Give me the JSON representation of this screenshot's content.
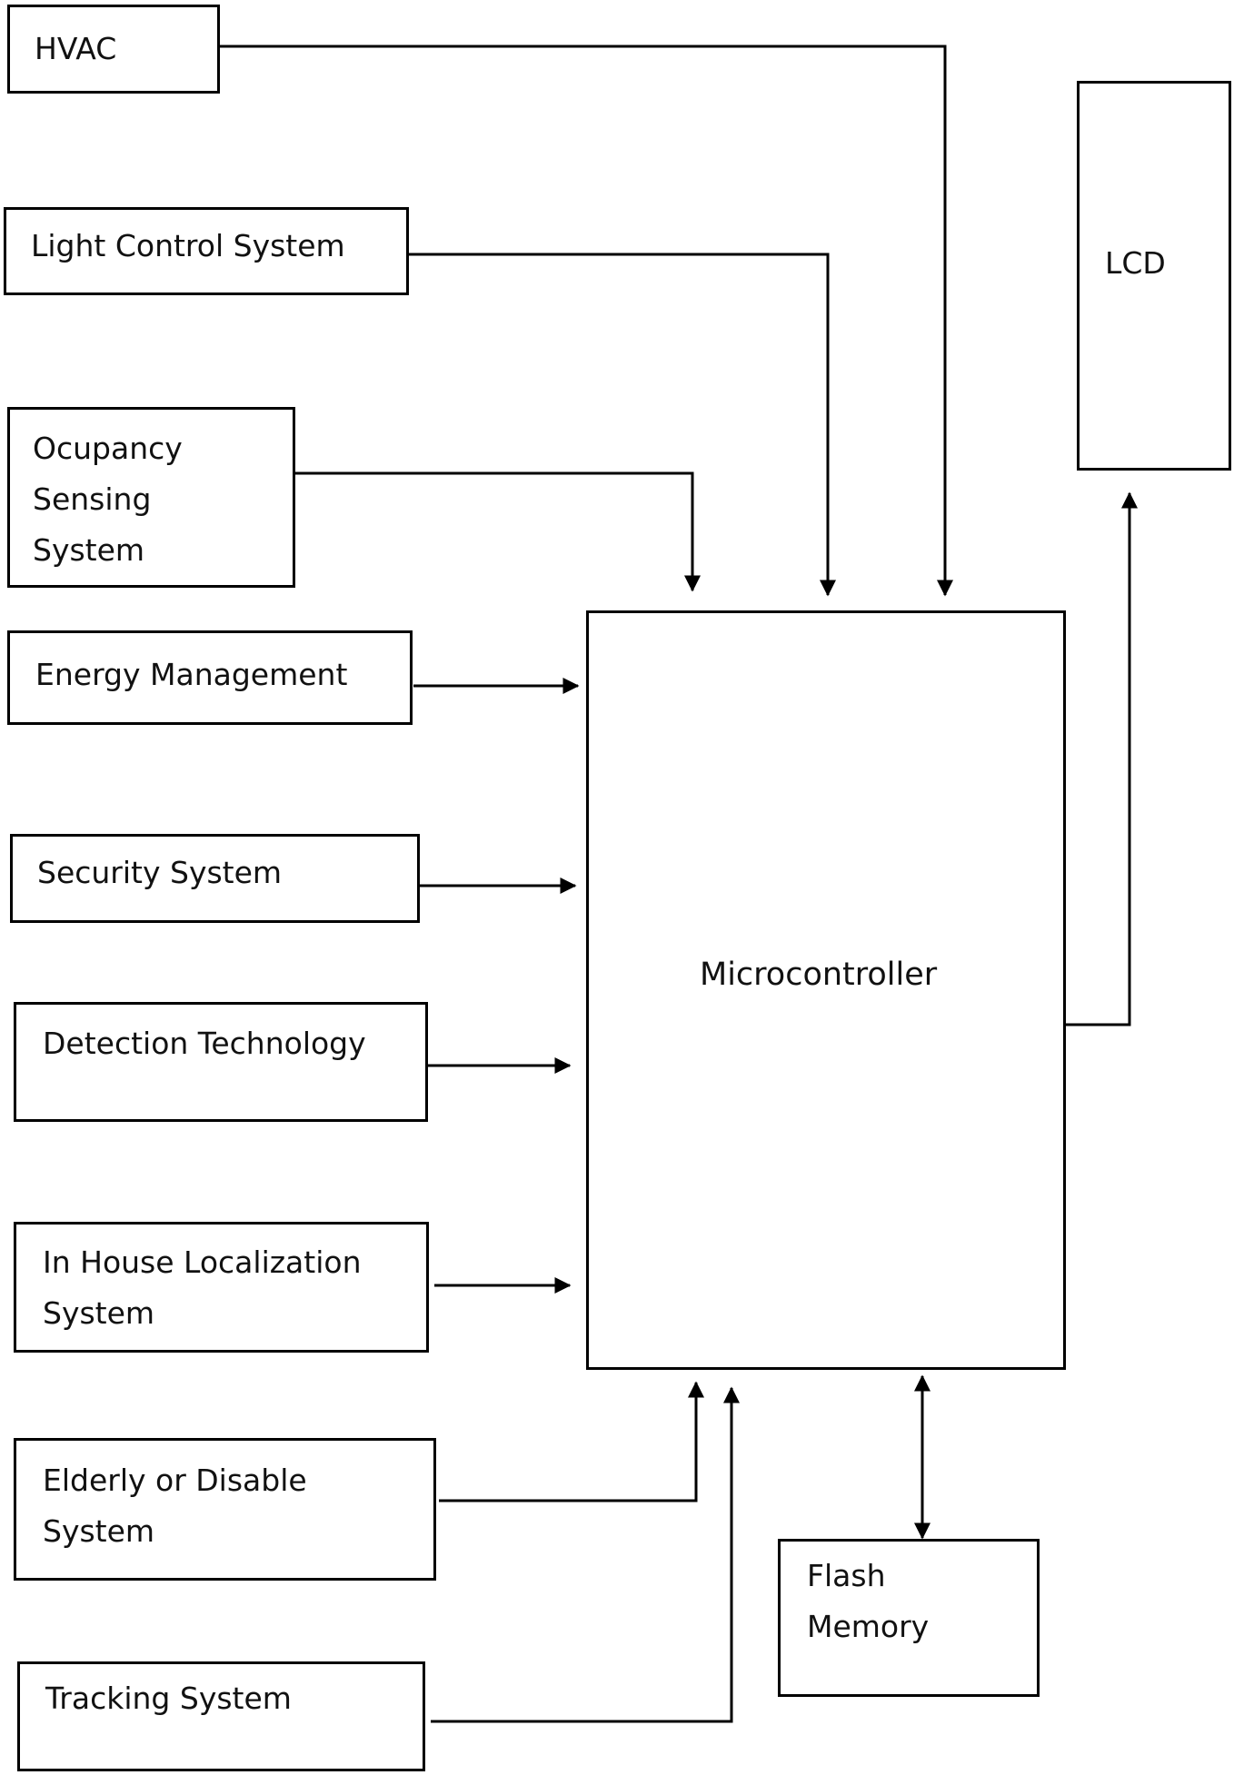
{
  "nodes": {
    "hvac": {
      "lines": [
        "HVAC"
      ]
    },
    "light": {
      "lines": [
        "Light Control System"
      ]
    },
    "occupancy": {
      "lines": [
        "Ocupancy",
        "Sensing",
        "System"
      ]
    },
    "energy": {
      "lines": [
        "Energy Management"
      ]
    },
    "security": {
      "lines": [
        "Security System"
      ]
    },
    "detection": {
      "lines": [
        "Detection Technology"
      ]
    },
    "localization": {
      "lines": [
        "In House Localization",
        "System"
      ]
    },
    "elderly": {
      "lines": [
        "Elderly or Disable",
        "System"
      ]
    },
    "tracking": {
      "lines": [
        "Tracking System"
      ]
    },
    "micro": {
      "lines": [
        "Microcontroller"
      ]
    },
    "lcd": {
      "lines": [
        "LCD"
      ]
    },
    "flash": {
      "lines": [
        "Flash",
        "Memory"
      ]
    }
  },
  "edges": [
    {
      "from": "hvac",
      "to": "micro",
      "direction": "forward"
    },
    {
      "from": "light",
      "to": "micro",
      "direction": "forward"
    },
    {
      "from": "occupancy",
      "to": "micro",
      "direction": "forward"
    },
    {
      "from": "energy",
      "to": "micro",
      "direction": "forward"
    },
    {
      "from": "security",
      "to": "micro",
      "direction": "forward"
    },
    {
      "from": "detection",
      "to": "micro",
      "direction": "forward"
    },
    {
      "from": "localization",
      "to": "micro",
      "direction": "forward"
    },
    {
      "from": "elderly",
      "to": "micro",
      "direction": "forward"
    },
    {
      "from": "tracking",
      "to": "micro",
      "direction": "forward"
    },
    {
      "from": "micro",
      "to": "lcd",
      "direction": "forward"
    },
    {
      "from": "micro",
      "to": "flash",
      "direction": "both"
    }
  ],
  "colors": {
    "stroke": "#000000",
    "background": "#ffffff",
    "text": "#111111"
  }
}
